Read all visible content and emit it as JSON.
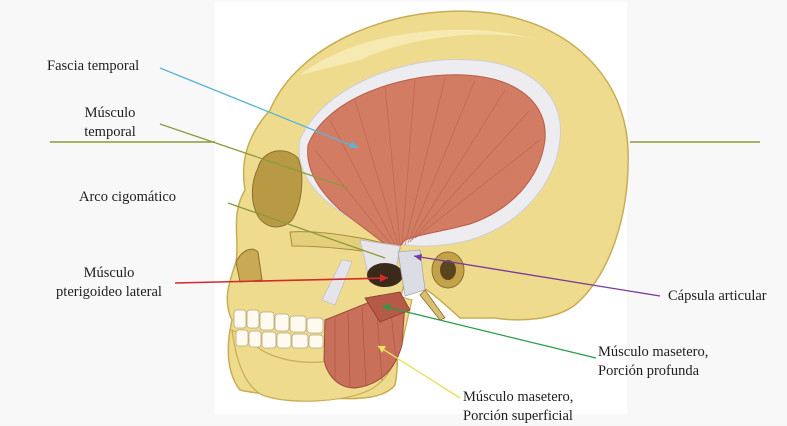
{
  "labels": {
    "fascia_temporal": "Fascia temporal",
    "musculo_temporal_l1": "Músculo",
    "musculo_temporal_l2": "temporal",
    "arco_cigomatico": "Arco cigomático",
    "pterigoideo_l1": "Músculo",
    "pterigoideo_l2": "pterigoideo lateral",
    "capsula_articular": "Cápsula articular",
    "masetero_profunda_l1": "Músculo masetero,",
    "masetero_profunda_l2": "Porción profunda",
    "masetero_superficial_l1": "Músculo masetero,",
    "masetero_superficial_l2": "Porción superficial"
  },
  "colors": {
    "bone": "#eedb8e",
    "bone_shadow": "#d4ba5a",
    "muscle": "#cf7a63",
    "fascia": "#e8e8ec",
    "leader_fascia": "#5ab4d8",
    "leader_temporal": "#8a9a3a",
    "leader_arco": "#8a9a3a",
    "leader_pterigoideo": "#d42a2a",
    "leader_capsula": "#7a3a9a",
    "leader_masetero_profunda": "#2a9a4a",
    "leader_masetero_superficial": "#e8e060",
    "side_rule": "#8a9a3a"
  }
}
